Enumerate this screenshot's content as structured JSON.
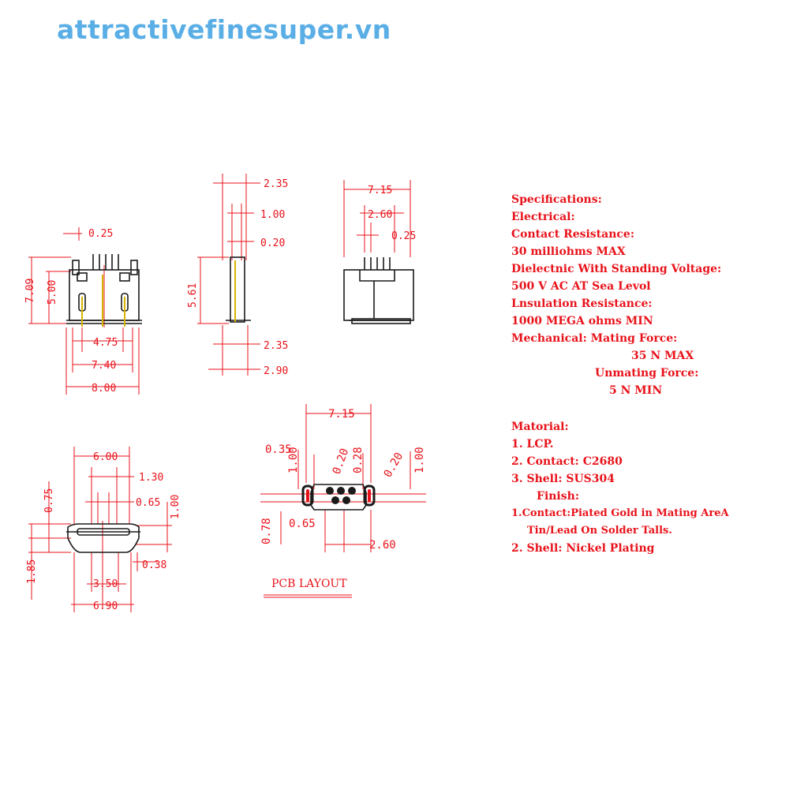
{
  "watermark": "attractivefinesuper.vn",
  "views": {
    "front": {
      "dims": [
        "0.25",
        "7.09",
        "5.00",
        "4.75",
        "7.40",
        "8.00"
      ]
    },
    "side": {
      "dims": [
        "2.35",
        "1.00",
        "0.20",
        "5.61",
        "2.35",
        "2.90"
      ]
    },
    "back": {
      "dims": [
        "7.15",
        "2.60",
        "0.25"
      ]
    },
    "end": {
      "dims": [
        "6.00",
        "1.30",
        "0.75",
        "0.65",
        "1.00",
        "1.85",
        "0.38",
        "3.50",
        "6.90"
      ]
    },
    "pcb": {
      "title": "PCB LAYOUT",
      "dims": [
        "7.15",
        "0.35",
        "1.00",
        "0.20",
        "0.28",
        "0.20",
        "1.00",
        "0.78",
        "0.65",
        "2.60"
      ]
    }
  },
  "specs": {
    "heading": "Specifications:",
    "electrical": "Electrical:",
    "contact_resistance_label": "Contact Resistance:",
    "contact_resistance_value": "30 milliohms MAX",
    "dielectric_label": "Dielectnic With Standing Voltage:",
    "dielectric_value": "500 V AC AT Sea Levol",
    "insulation_label": "Lnsulation Resistance:",
    "insulation_value": "1000 MEGA ohms MIN",
    "mechanical_mating": "Mechanical: Mating Force:",
    "mating_value": "35 N MAX",
    "unmating_label": "Unmating Force:",
    "unmating_value": "5 N MIN",
    "material_heading": "Matorial:",
    "material_1": "1. LCP.",
    "material_2": "2. Contact: C2680",
    "material_3": "3. Shell: SUS304",
    "finish": "Finish:",
    "finish_1": "1.Contact:Piated Gold in Mating AreA",
    "finish_1b": "Tin/Lead On Solder Talls.",
    "finish_2": "2. Shell: Nickel Plating"
  },
  "colors": {
    "dimension": "#e8121a",
    "outline": "#1a1a1a",
    "watermark": "#5aaee6",
    "contact": "#d6b400"
  }
}
